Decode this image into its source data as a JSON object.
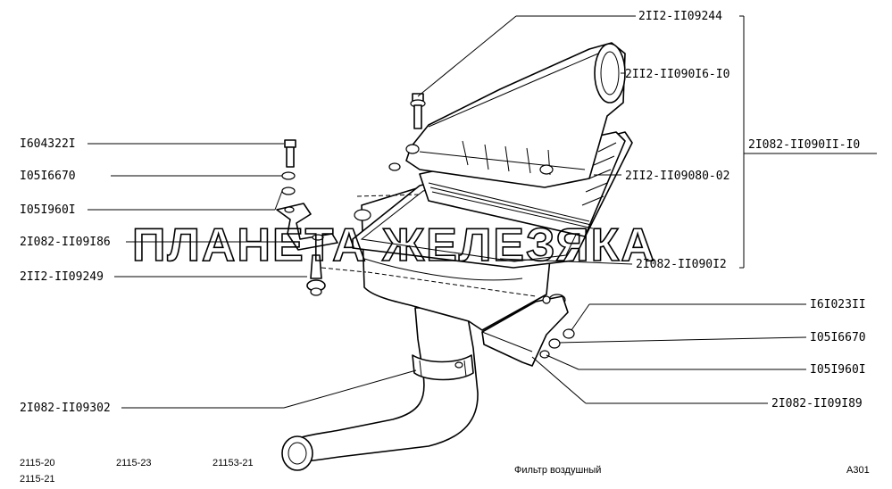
{
  "watermark": "ПЛАНЕТА ЖЕЛЕЗЯКА",
  "callouts": {
    "right_top": "2II2-II09244",
    "right_cover": "2II2-II090I6-I0",
    "right_assembly": "2I082-II090II-I0",
    "right_element": "2II2-II09080-02",
    "right_housing": "2I082-II090I2",
    "right_bolt": "I6I023II",
    "right_washer": "I05I6670",
    "right_lock": "I05I960I",
    "right_bracket": "2I082-II09I89",
    "left_bolt": "I604322I",
    "left_washer": "I05I6670",
    "left_lock": "I05I960I",
    "left_bracket": "2I082-II09I86",
    "left_support": "2II2-II09249",
    "left_hose": "2I082-II09302"
  },
  "footer": {
    "model_1": "2115-20",
    "model_2": "2115-23",
    "model_3": "21153-21",
    "model_4": "2115-21",
    "caption": "Фильтр воздушный",
    "code": "A301"
  }
}
